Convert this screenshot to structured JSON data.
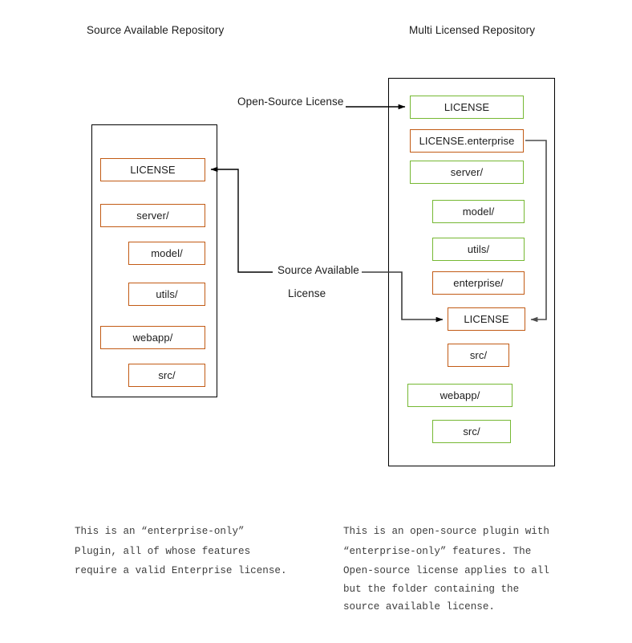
{
  "diagram": {
    "titles": {
      "left": "Source Available Repository",
      "right": "Multi Licensed Repository"
    },
    "colors": {
      "orange": "#c25b15",
      "green": "#76b833",
      "container_border": "#000000",
      "arrow": "#000000",
      "text": "#1c1c1c",
      "caption_text": "#3d3d3d",
      "background": "#ffffff"
    },
    "left_repo": {
      "nodes": [
        {
          "label": "LICENSE",
          "color": "orange",
          "indent": 0
        },
        {
          "label": "server/",
          "color": "orange",
          "indent": 0
        },
        {
          "label": "model/",
          "color": "orange",
          "indent": 1
        },
        {
          "label": "utils/",
          "color": "orange",
          "indent": 1
        },
        {
          "label": "webapp/",
          "color": "orange",
          "indent": 0
        },
        {
          "label": "src/",
          "color": "orange",
          "indent": 1
        }
      ]
    },
    "right_repo": {
      "nodes": [
        {
          "label": "LICENSE",
          "color": "green",
          "indent": 0
        },
        {
          "label": "LICENSE.enterprise",
          "color": "orange",
          "indent": 0
        },
        {
          "label": "server/",
          "color": "green",
          "indent": 0
        },
        {
          "label": "model/",
          "color": "green",
          "indent": 1
        },
        {
          "label": "utils/",
          "color": "green",
          "indent": 1
        },
        {
          "label": "enterprise/",
          "color": "orange",
          "indent": 1
        },
        {
          "label": "LICENSE",
          "color": "orange",
          "indent": 2
        },
        {
          "label": "src/",
          "color": "orange",
          "indent": 2
        },
        {
          "label": "webapp/",
          "color": "green",
          "indent": 0
        },
        {
          "label": "src/",
          "color": "green",
          "indent": 1
        }
      ]
    },
    "edge_labels": {
      "open_source_license": "Open-Source License",
      "source_available_line1": "Source Available",
      "source_available_line2": "License"
    },
    "captions": {
      "left": [
        "This is an “enterprise-only”",
        "Plugin, all of whose features",
        "require a valid Enterprise license."
      ],
      "right_top": [
        "This is an open-source plugin with",
        "“enterprise-only” features. The",
        "Open-source license applies to all"
      ],
      "right_bottom": [
        "but the folder containing the",
        "source available license."
      ]
    }
  }
}
